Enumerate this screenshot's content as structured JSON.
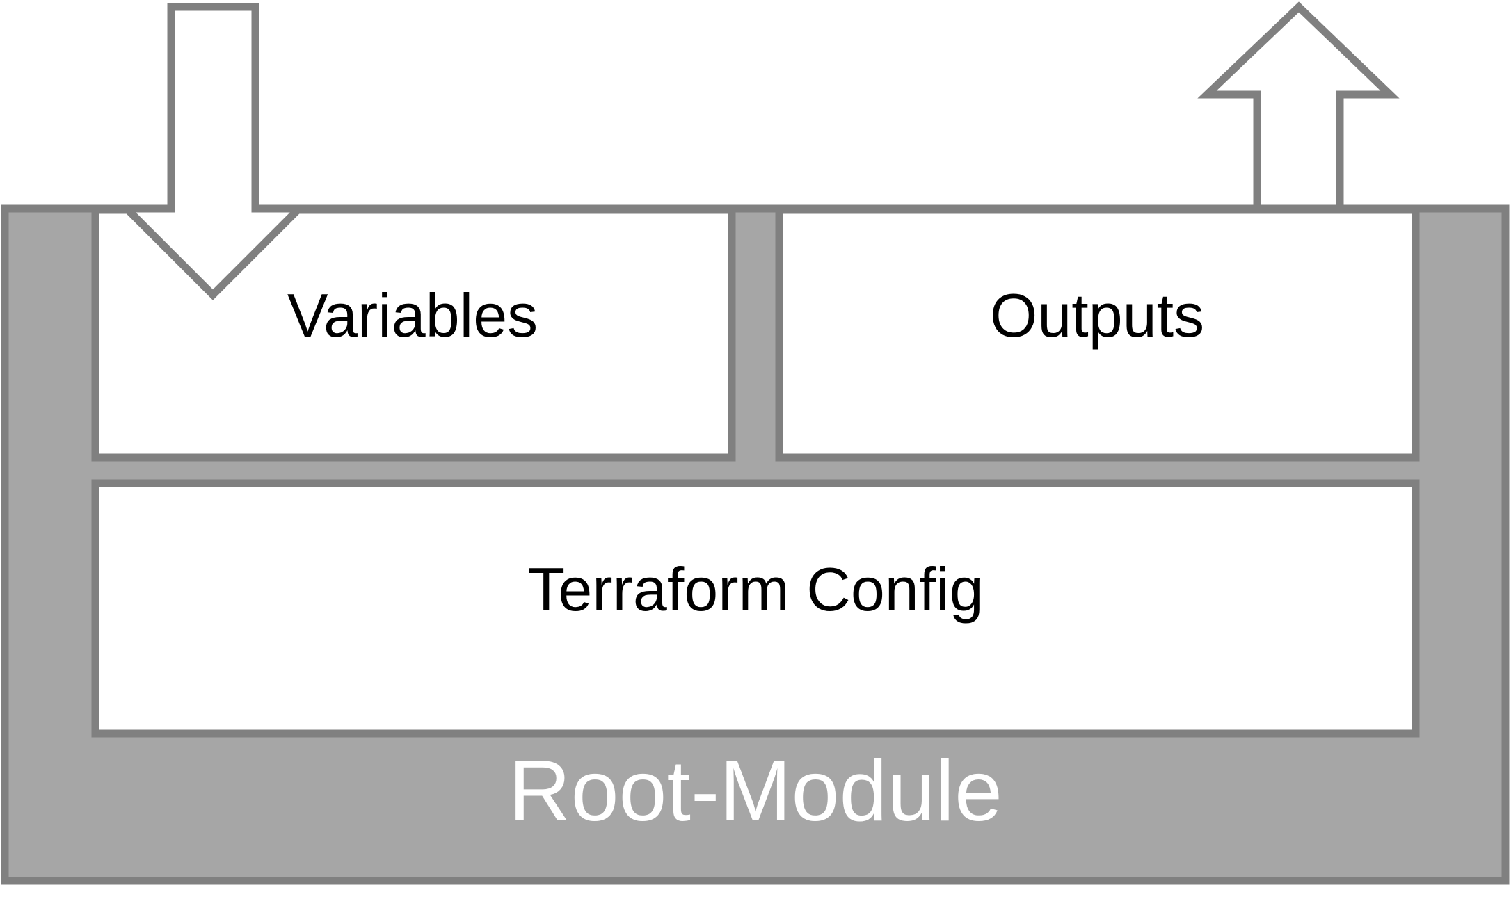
{
  "diagram": {
    "variables_label": "Variables",
    "outputs_label": "Outputs",
    "config_label": "Terraform Config",
    "module_label": "Root-Module",
    "input_arrow_icon": "arrow-down-icon",
    "output_arrow_icon": "arrow-up-icon"
  },
  "colors": {
    "border": "#808080",
    "module_fill": "#a6a6a6",
    "box_fill": "#ffffff",
    "arrow_fill": "#ffffff",
    "text": "#000000",
    "module_text": "#ffffff"
  }
}
